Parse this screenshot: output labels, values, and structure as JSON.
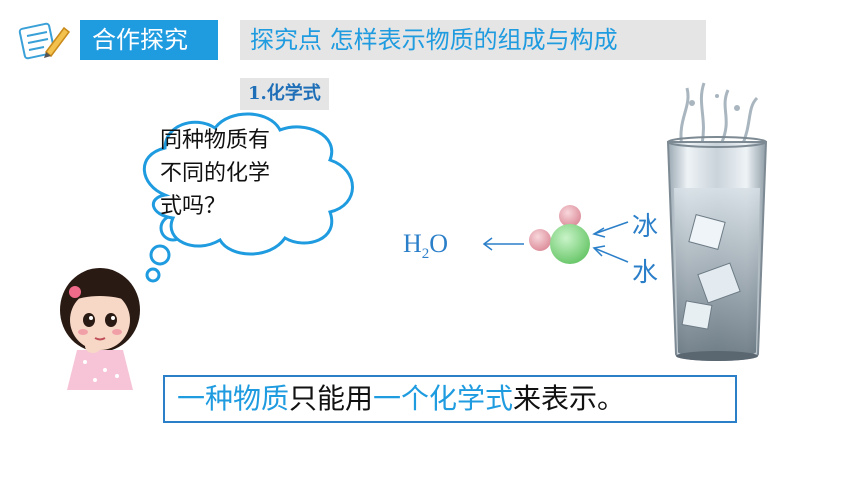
{
  "header": {
    "section_tag": "合作探究",
    "topic": "探究点 怎样表示物质的组成与构成"
  },
  "subheading": "1.化学式",
  "thought_bubble": {
    "line1": "同种物质有",
    "line2": "不同的化学",
    "line3": "式吗？"
  },
  "molecule": {
    "formula_main": "H",
    "formula_sub": "2",
    "formula_end": "O",
    "label_ice": "冰",
    "label_water": "水",
    "colors": {
      "oxygen": "#7fd67f",
      "hydrogen": "#e8a0ac",
      "text": "#2b7fc9"
    }
  },
  "statement": {
    "part1": "一种物质",
    "part2": "只能用",
    "part3": "一个化学式",
    "part4": "来表示。"
  },
  "colors": {
    "accent": "#1f9be0",
    "panel": "#e5e5e5"
  }
}
